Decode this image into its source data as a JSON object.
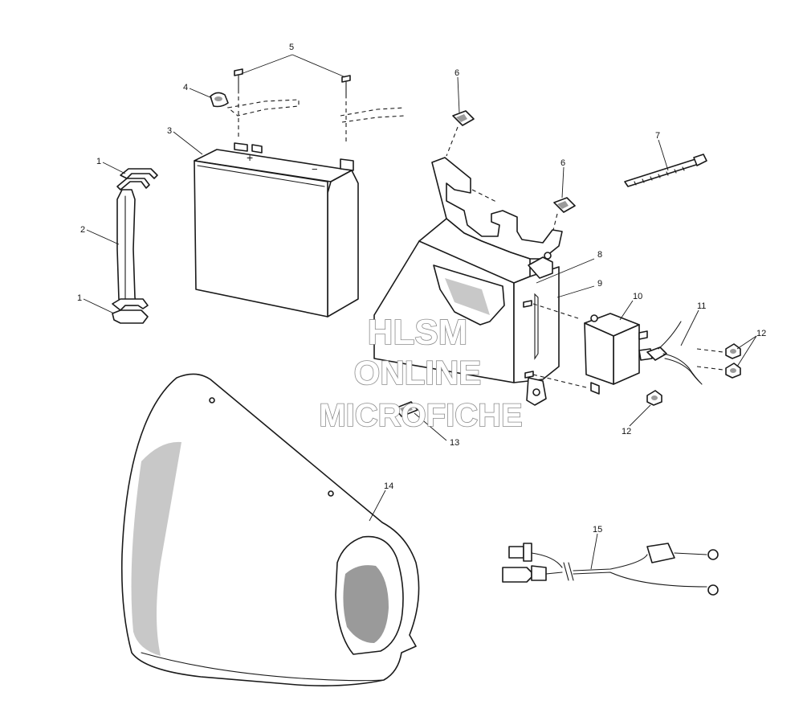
{
  "watermark": {
    "line1": "HLSM",
    "line2": "ONLINE",
    "line3": "MICROFICHE"
  },
  "callouts": {
    "c1_top": "1",
    "c1_bottom": "1",
    "c2": "2",
    "c3": "3",
    "c4": "4",
    "c5": "5",
    "c6_top": "6",
    "c6_right": "6",
    "c7": "7",
    "c8": "8",
    "c9": "9",
    "c10": "10",
    "c11": "11",
    "c12_right": "12",
    "c12_bottom": "12",
    "c13": "13",
    "c14": "14",
    "c15": "15"
  },
  "battery_marks": {
    "plus": "+",
    "minus": "−"
  }
}
